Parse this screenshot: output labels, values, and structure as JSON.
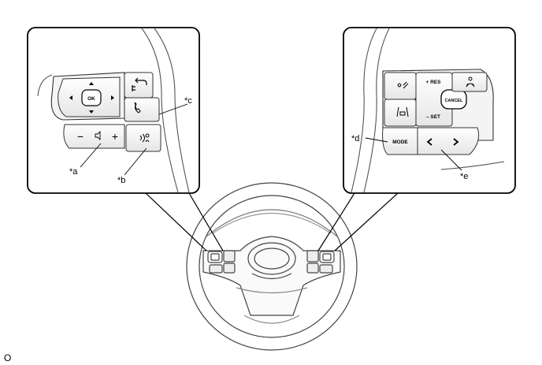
{
  "figure_id": "O",
  "callouts": {
    "a": "*a",
    "b": "*b",
    "c": "*c",
    "d": "*d",
    "e": "*e"
  },
  "left_panel": {
    "ok_label": "OK",
    "minus": "−",
    "plus": "+"
  },
  "right_panel": {
    "res_label": "+ RES",
    "set_label": "– SET",
    "cancel_label": "CANCEL",
    "mode_label": "MODE"
  }
}
